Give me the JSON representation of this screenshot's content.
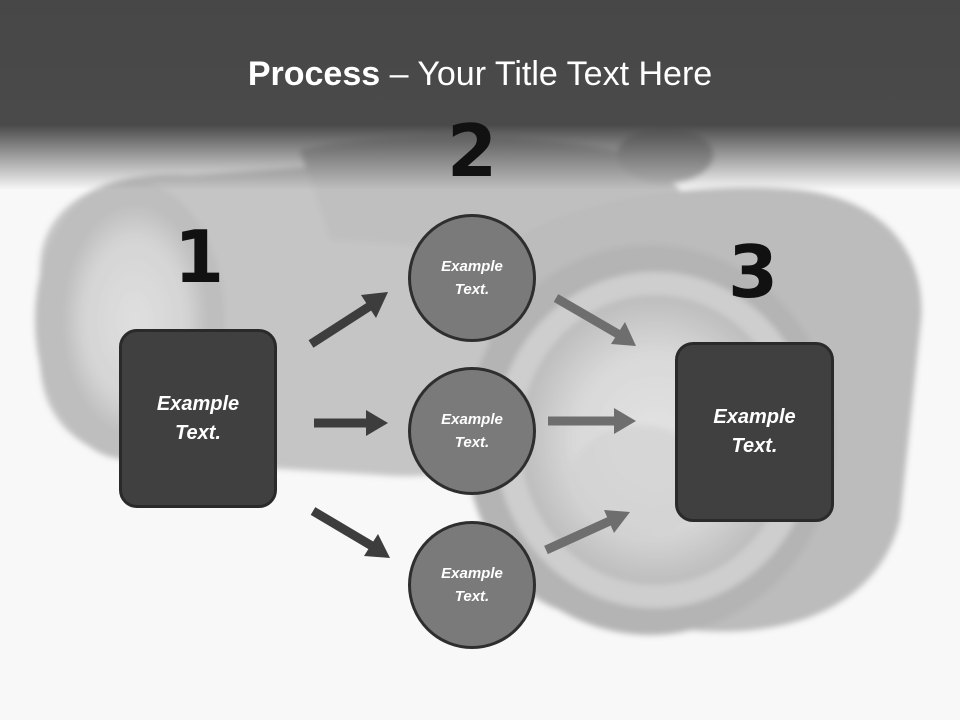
{
  "slide": {
    "title_bold": "Process",
    "title_rest": " – Your Title Text Here"
  },
  "steps": {
    "num1": "1",
    "num2": "2",
    "num3": "3"
  },
  "nodes": {
    "start_box": "Example Text.",
    "circle_top": "Example Text.",
    "circle_middle": "Example Text.",
    "circle_bottom": "Example Text.",
    "end_box": "Example Text."
  },
  "colors": {
    "header": "#4a4a4a",
    "box_fill": "#404040",
    "circle_fill": "#7a7a7a",
    "arrow_dark": "#3d3d3d",
    "arrow_light": "#6e6e6e"
  }
}
